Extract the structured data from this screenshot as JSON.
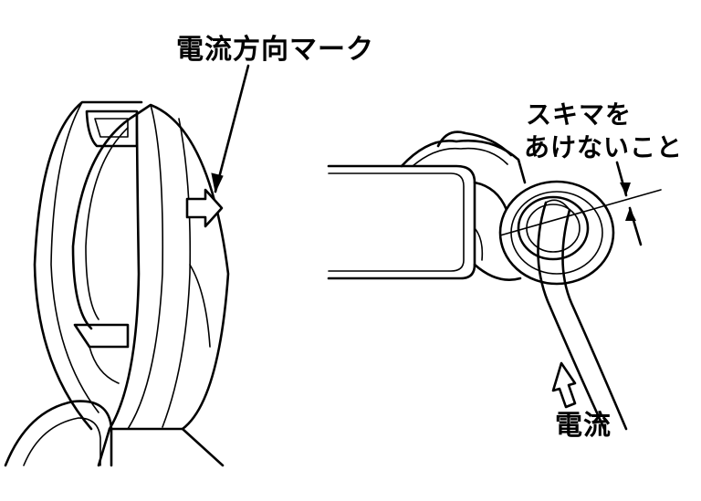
{
  "labels": {
    "current_direction_mark": "電流方向マーク",
    "gap_line1": "スキマを",
    "gap_line2": "あけないこと",
    "current": "電流"
  }
}
